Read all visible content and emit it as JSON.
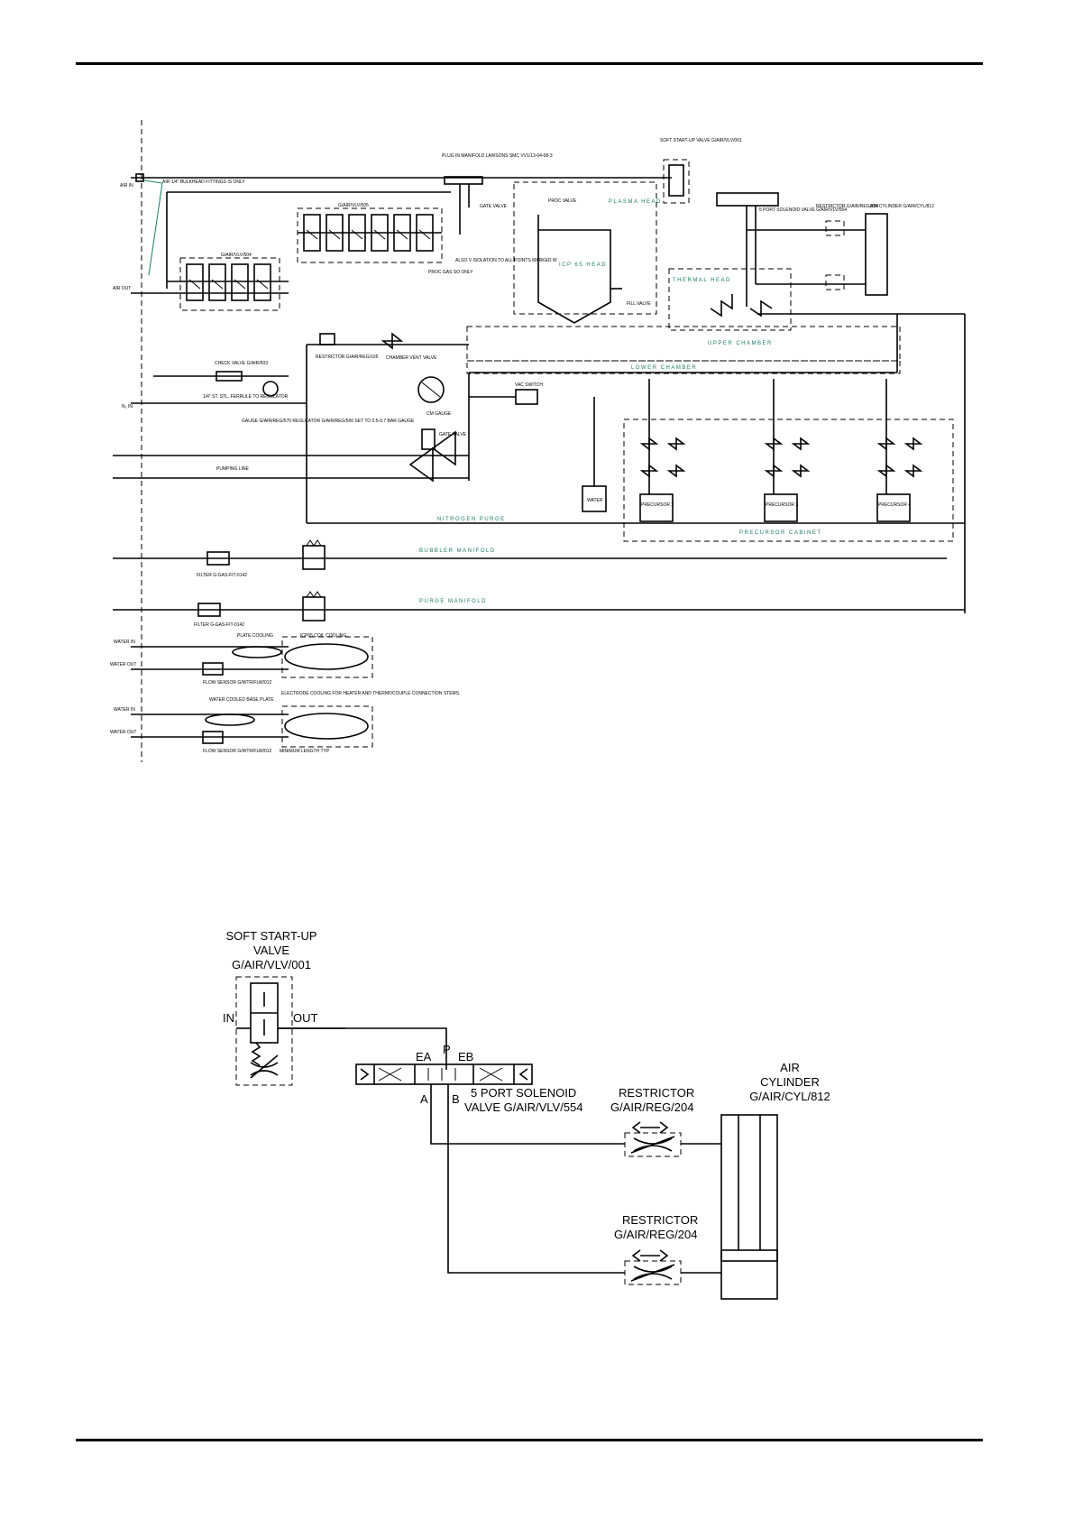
{
  "main_diagram": {
    "labels": {
      "air_in": "AIR IN",
      "air_out": "AIR OUT",
      "n2_in": "N₂ IN",
      "pumping_line": "PUMPING LINE",
      "bulkhead_note": "AIR 1/4\" BULKHEAD FITTINGS IS ONLY",
      "plug_manifold": "PLUG IN MANIFOLD LAWSONS SMC VV1/13-04-08-3",
      "gate_valve_top": "GATE VALVE",
      "gair_vlv_505": "G/AIR/VLV/505",
      "gair_vlv_504": "G/AIR/VLV/504",
      "also_isolation": "ALSO V ISOLATION TO ALL POINTS MARKED W",
      "proc_gas_only": "PROC GAS SO ONLY",
      "plasma_head": "PLASMA HEAD",
      "icp_head": "ICP 65 HEAD",
      "proc_valve": "PROC VALVE",
      "fill_valve": "FILL VALVE",
      "thermal_head": "THERMAL HEAD",
      "soft_start_small": "SOFT START-UP VALVE G/AIR/VLV/001",
      "solenoid_small": "5 PORT SOLENOID VALVE G/AIR/VLV/554",
      "restrictor_small": "RESTRICTOR G/AIR/REG/204",
      "air_cyl_small": "AIR CYLINDER G/AIR/CYL/812",
      "upper_chamber": "UPPER CHAMBER",
      "lower_chamber": "LOWER CHAMBER",
      "restrictor_105": "RESTRICTOR G/AIR/REG/105",
      "chamber_vent": "CHAMBER VENT VALVE",
      "check_valve": "CHECK VALVE G/AIR/503",
      "quarter_in": "1/4\" ST. STL. FERRULE TO REGULATOR",
      "gauge_reg": "GAUGE G/AIR/REG/570 REGULATOR G/AIR/REG/560 SET TO 0.5-0.7 BAR GAUGE",
      "cm_gauge": "CM GAUGE",
      "gate_valve": "GATE VALVE",
      "vac_switch": "VAC SWITCH",
      "water": "WATER",
      "precursor_1": "PRECURSOR 2",
      "precursor_2": "PRECURSOR 3",
      "precursor_3": "PRECURSOR 4",
      "precursor_cabinet": "PRECURSOR CABINET",
      "nitrogen_purge": "NITROGEN PURGE",
      "bubbler_manifold": "BUBBLER MANIFOLD",
      "purge_manifold": "PURGE MANIFOLD",
      "filter_1": "FILTER G-GAS-FIT-0142",
      "filter_2": "FILTER G-GAS-FIT-0142",
      "plate_cooling": "PLATE COOLING",
      "icp_coil_cooling": "ICP65 COIL COOLING",
      "water_in": "WATER IN",
      "water_out": "WATER OUT",
      "flow_sensor": "FLOW SENSOR G/WTR/FLW/012",
      "water_cooled_base": "WATER COOLED BASE PLATE",
      "electrode_cooling": "ELECTRODE COOLING FOR HEATER AND THERMOCOUPLE CONNECTION STEMS",
      "min_length": "MINIMUM LENGTH TYP"
    }
  },
  "detail_diagram": {
    "soft_start": {
      "line1": "SOFT START-UP",
      "line2": "VALVE",
      "line3": "G/AIR/VLV/001"
    },
    "port_in": "IN",
    "port_out": "OUT",
    "port_ea": "EA",
    "port_p": "P",
    "port_eb": "EB",
    "port_a": "A",
    "port_b": "B",
    "solenoid": {
      "line1": "5 PORT SOLENOID",
      "line2": "VALVE G/AIR/VLV/554"
    },
    "restrictor_top": {
      "line1": "RESTRICTOR",
      "line2": "G/AIR/REG/204"
    },
    "restrictor_bottom": {
      "line1": "RESTRICTOR",
      "line2": "G/AIR/REG/204"
    },
    "air_cylinder": {
      "line1": "AIR",
      "line2": "CYLINDER",
      "line3": "G/AIR/CYL/812"
    }
  }
}
